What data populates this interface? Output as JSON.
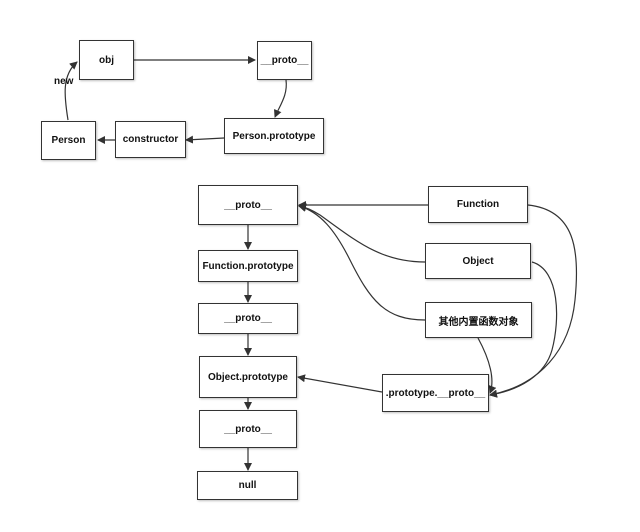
{
  "nodes": {
    "obj": "obj",
    "proto_top": "__proto__",
    "person_prototype": "Person.prototype",
    "constructor": "constructor",
    "person": "Person",
    "proto_mid": "__proto__",
    "function_prototype": "Function.prototype",
    "proto_lower": "__proto__",
    "object_prototype": "Object.prototype",
    "proto_bottom": "__proto__",
    "null_node": "null",
    "function": "Function",
    "object": "Object",
    "builtin_functions": "其他内置函数对象",
    "prototype_proto": ".prototype.__proto__"
  },
  "edge_labels": {
    "new": "new"
  },
  "colors": {
    "line": "#333333",
    "box_border": "#333333",
    "background": "#ffffff"
  }
}
